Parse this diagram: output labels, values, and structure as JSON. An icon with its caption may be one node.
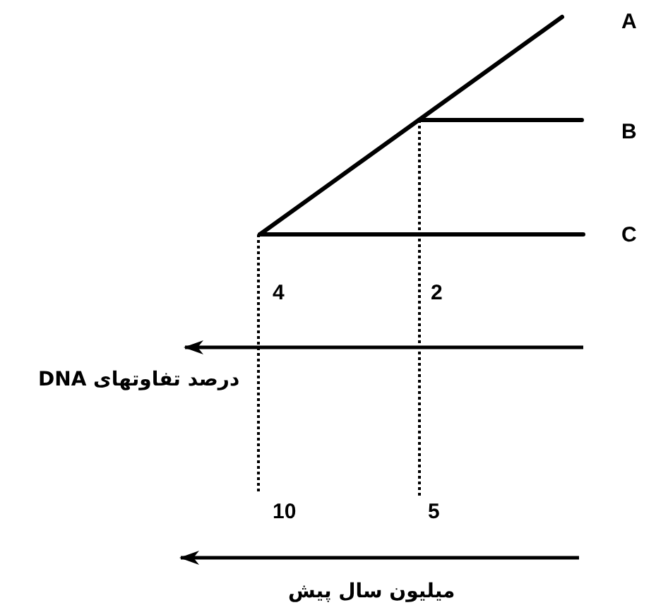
{
  "diagram": {
    "labels": [
      "A",
      "B",
      "C",
      "4",
      "2",
      "درصد تفاوتهای DNA",
      "10",
      "5",
      "میلیون سال پیش"
    ]
  }
}
